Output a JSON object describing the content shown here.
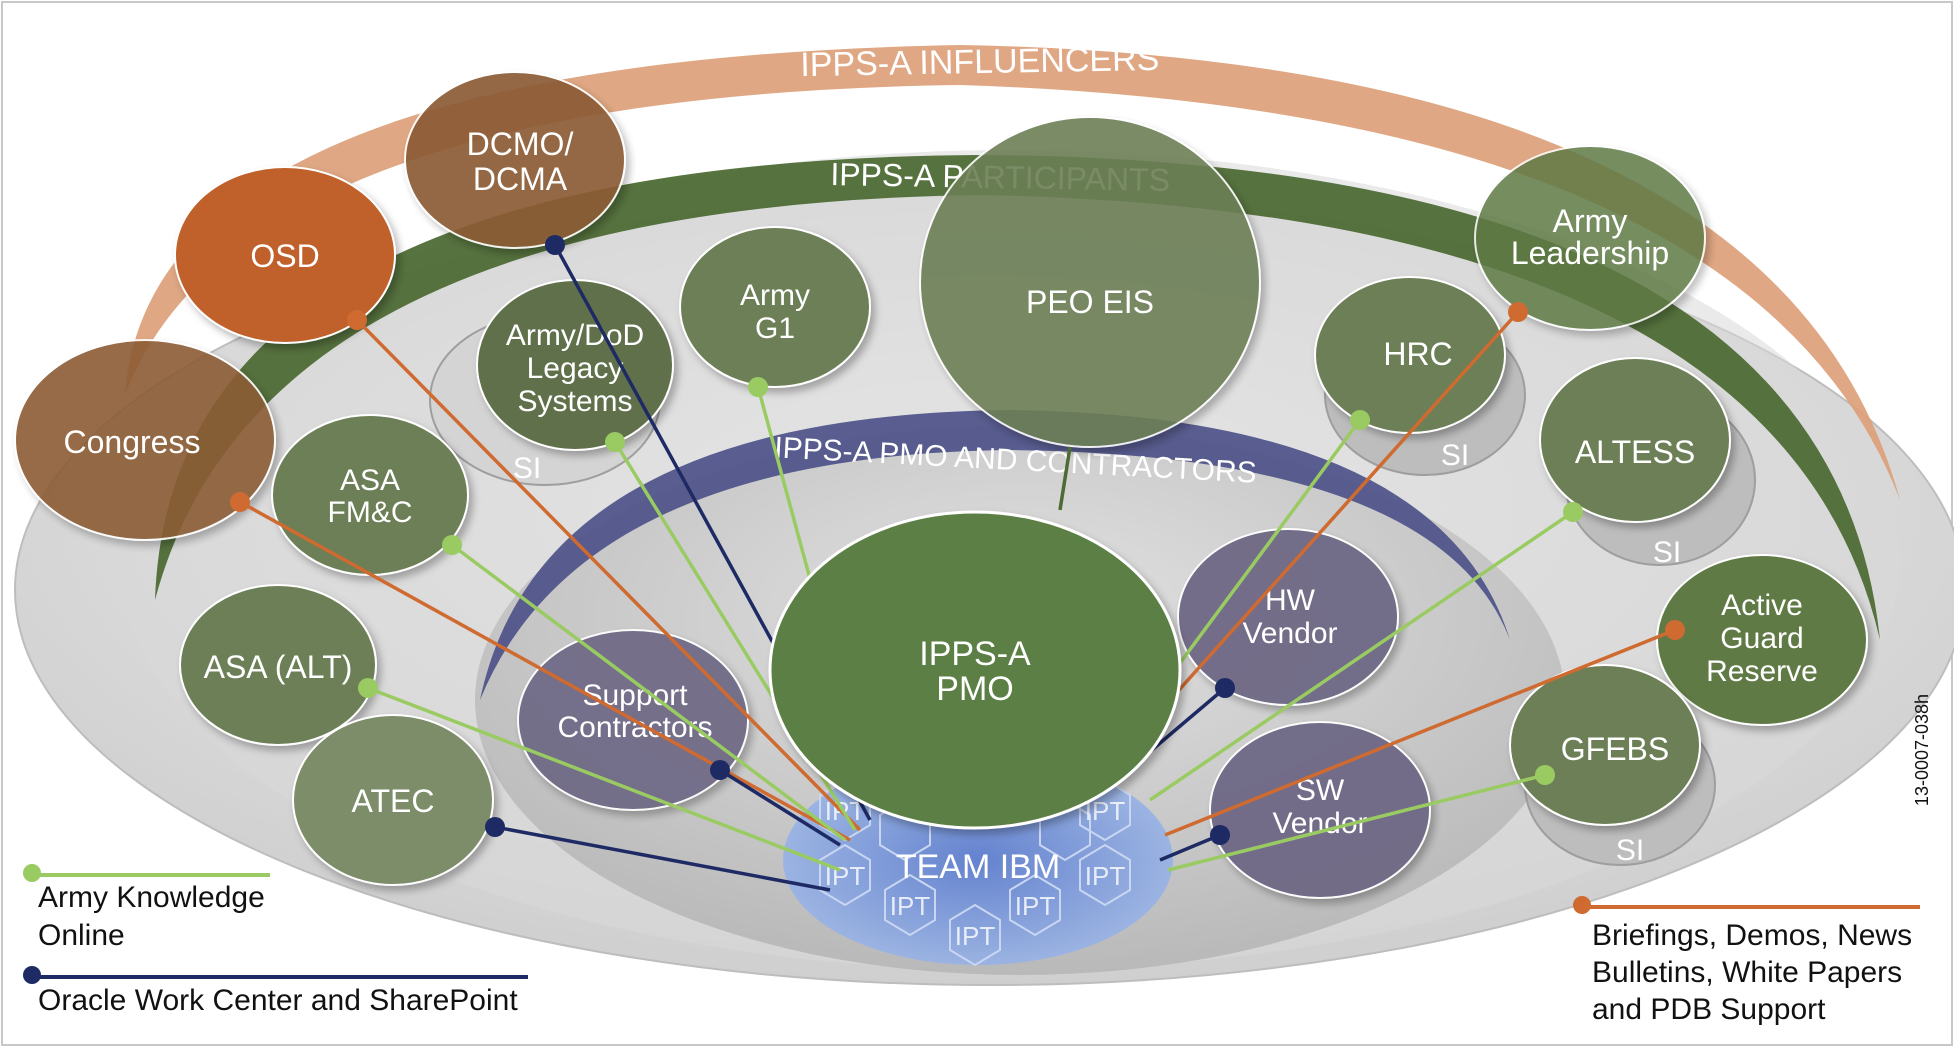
{
  "bands": {
    "influencers": "IPPS-A INFLUENCERS",
    "participants": "IPPS-A PARTICIPANTS",
    "pmo_contractors": "IPPS-A PMO AND CONTRACTORS"
  },
  "nodes": {
    "dcmo_line1": "DCMO/",
    "dcmo_line2": "DCMA",
    "osd": "OSD",
    "congress": "Congress",
    "legacy_line1": "Army/DoD",
    "legacy_line2": "Legacy",
    "legacy_line3": "Systems",
    "army_g1_line1": "Army",
    "army_g1_line2": "G1",
    "peo_eis": "PEO EIS",
    "army_leadership_line1": "Army",
    "army_leadership_line2": "Leadership",
    "hrc": "HRC",
    "altess": "ALTESS",
    "asa_fmc_line1": "ASA",
    "asa_fmc_line2": "FM&C",
    "asa_alt": "ASA (ALT)",
    "atec": "ATEC",
    "support_line1": "Support",
    "support_line2": "Contractors",
    "ippsa_pmo_line1": "IPPS-A",
    "ippsa_pmo_line2": "PMO",
    "hw_vendor_line1": "HW",
    "hw_vendor_line2": "Vendor",
    "sw_vendor_line1": "SW",
    "sw_vendor_line2": "Vendor",
    "agr_line1": "Active",
    "agr_line2": "Guard",
    "agr_line3": "Reserve",
    "gfebs": "GFEBS",
    "si": "SI",
    "team_ibm": "TEAM IBM",
    "ipt": "IPT"
  },
  "legend": {
    "ako_line1": "Army Knowledge",
    "ako_line2": "Online",
    "oracle": "Oracle Work Center and SharePoint",
    "briefings_line1": "Briefings, Demos, News",
    "briefings_line2": "Bulletins, White Papers",
    "briefings_line3": "and PDB Support"
  },
  "doc_id": "13-0007-038h",
  "colors": {
    "influencer_band": "#dca078",
    "participant_band": "#4e6b35",
    "pmo_band": "#4a4f86",
    "influencer_node": "#8c5c36",
    "osd_node": "#c0602a",
    "participant_node": "#6c7f56",
    "pmo_node": "#5c7f44",
    "contractor_node": "#6e6885",
    "team_ibm": "#8fa9dc",
    "line_green": "#9acb62",
    "line_navy": "#1e2a64",
    "line_orange": "#cf6a30"
  }
}
